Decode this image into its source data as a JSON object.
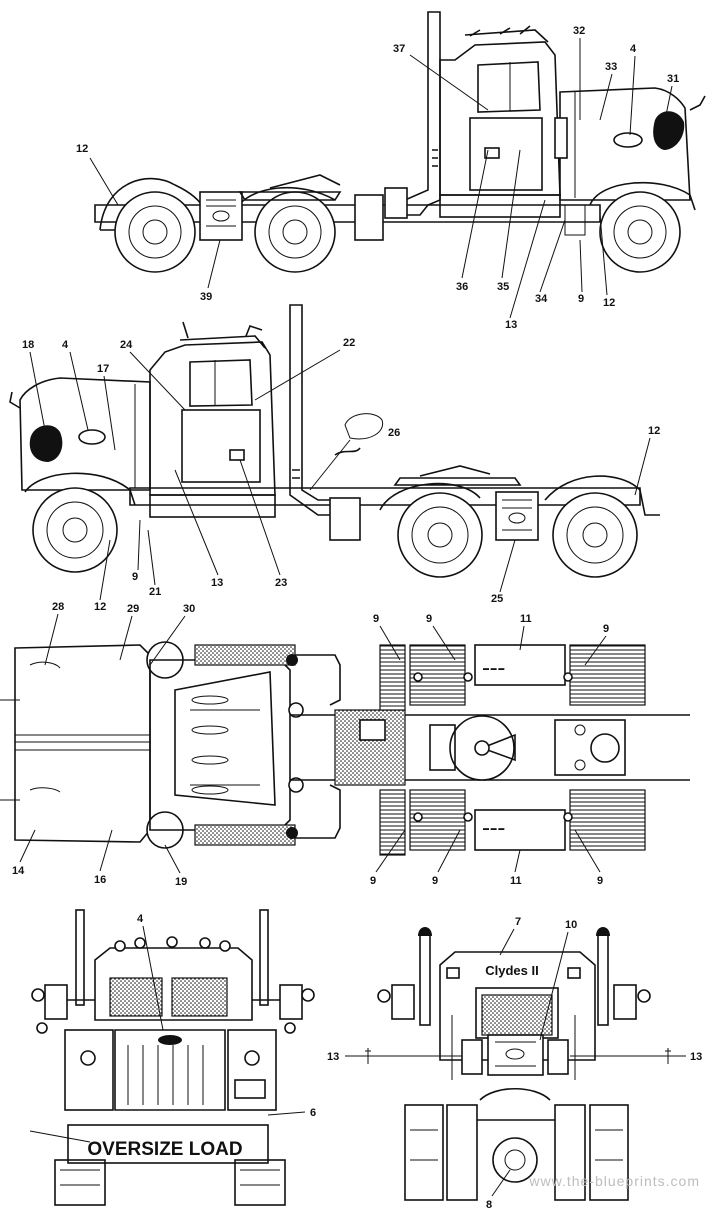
{
  "views": {
    "right_side": {
      "callouts": [
        "37",
        "32",
        "4",
        "33",
        "31",
        "12",
        "39",
        "36",
        "35",
        "13",
        "34",
        "9",
        "12"
      ]
    },
    "left_side": {
      "callouts": [
        "18",
        "4",
        "17",
        "24",
        "22",
        "26",
        "12",
        "13",
        "23",
        "25",
        "9",
        "12",
        "21"
      ]
    },
    "top": {
      "callouts": [
        "28",
        "29",
        "30",
        "9",
        "9",
        "11",
        "9",
        "14",
        "16",
        "19",
        "9",
        "9",
        "11",
        "9"
      ]
    },
    "front": {
      "callouts": [
        "4",
        "6"
      ],
      "banner": "OVERSIZE LOAD"
    },
    "rear": {
      "callouts": [
        "7",
        "10",
        "13",
        "13",
        "8"
      ],
      "headboard": "Clydes II"
    }
  },
  "watermark": "www.the-blueprints.com",
  "colors": {
    "ink": "#111111",
    "paper": "#ffffff",
    "watermark": "#bdbdbd"
  }
}
